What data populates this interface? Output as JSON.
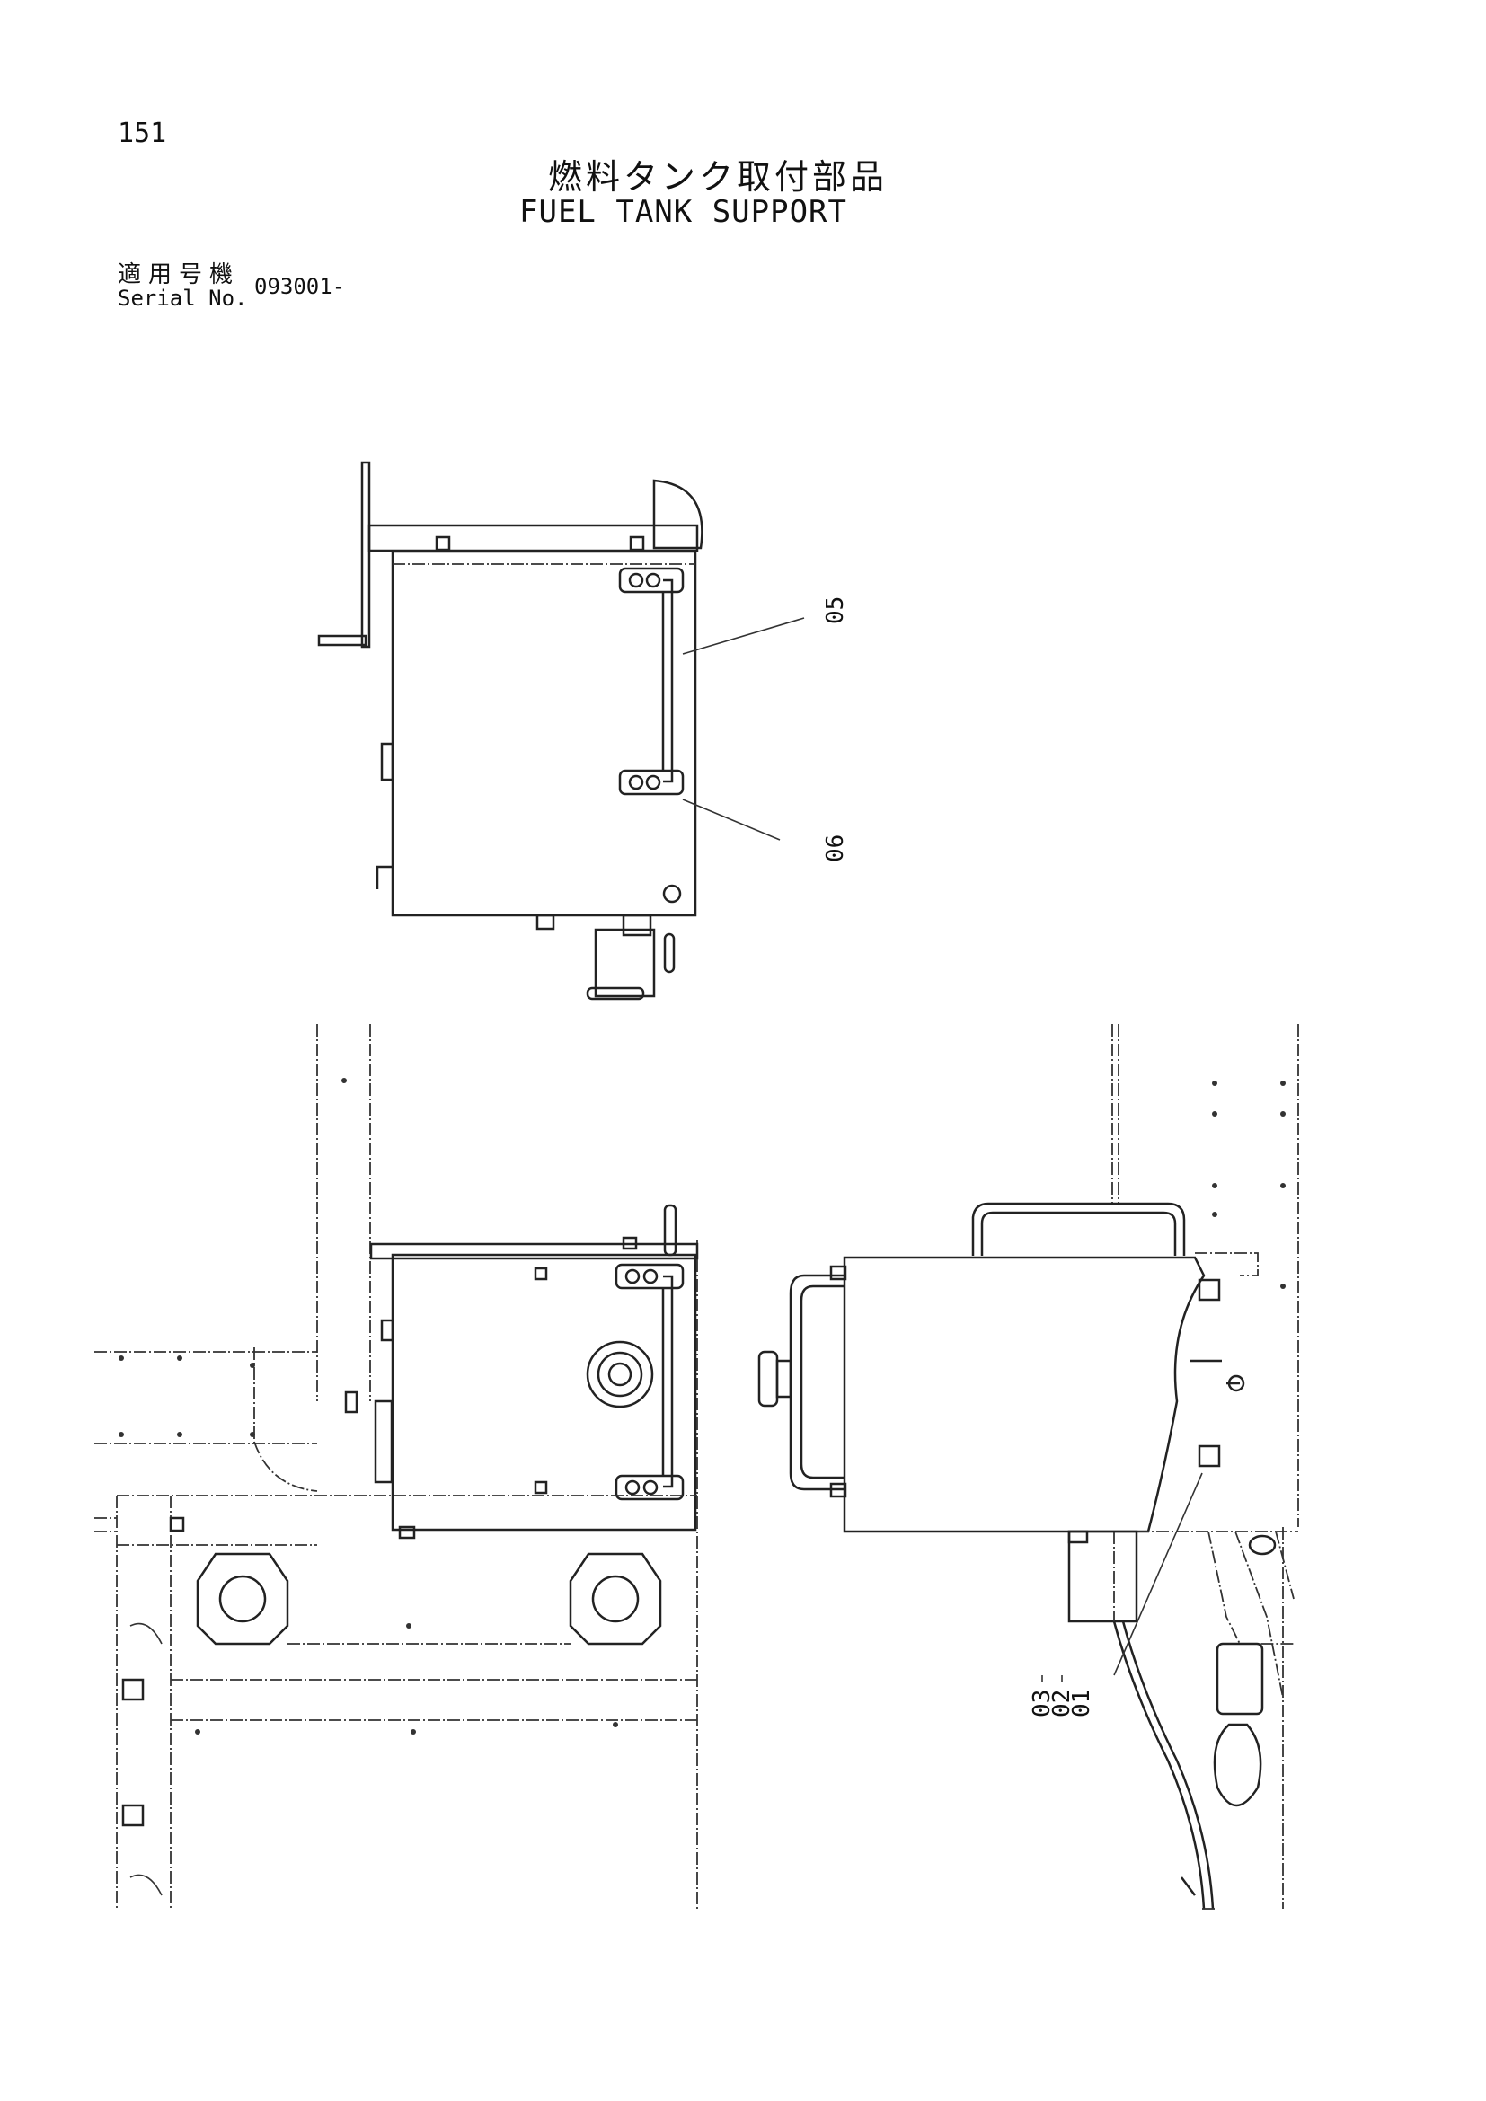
{
  "header": {
    "page_number": "151",
    "title_ja": "燃料タンク取付部品",
    "title_en": "FUEL TANK SUPPORT"
  },
  "serial": {
    "label_ja": "適用号機",
    "label_en": "Serial No.",
    "value": "093001-"
  },
  "callouts": {
    "c05": "05",
    "c06": "06",
    "c03": "03",
    "c02": "02",
    "c01": "01"
  }
}
